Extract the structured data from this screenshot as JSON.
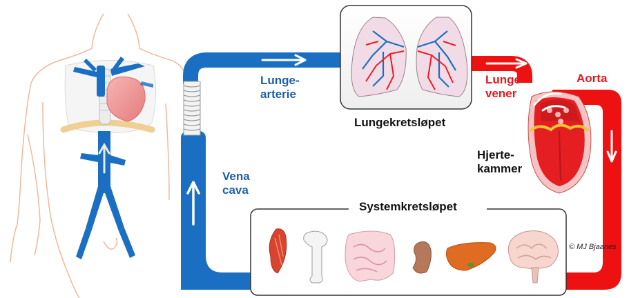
{
  "labels": {
    "lungearterie_1": "Lunge-",
    "lungearterie_2": "arterie",
    "lungevener_1": "Lunge-",
    "lungevener_2": "vener",
    "aorta": "Aorta",
    "vena_cava_1": "Vena",
    "vena_cava_2": "cava",
    "lungekretslopet": "Lungekretsløpet",
    "hjertekammer_1": "Hjerte-",
    "hjertekammer_2": "kammer",
    "systemkretslopet": "Systemkretsløpet",
    "copyright": "© MJ Bjaanes"
  },
  "organs": [
    "muscle-icon",
    "bone-icon",
    "intestine-icon",
    "kidney-icon",
    "liver-icon",
    "brain-icon"
  ],
  "colors": {
    "venous_blue": "#1b6fc2",
    "arterial_red": "#ee1111",
    "label_blue": "#1f5fa8",
    "label_red": "#e8161c",
    "body_outline": "#f1b79c"
  }
}
